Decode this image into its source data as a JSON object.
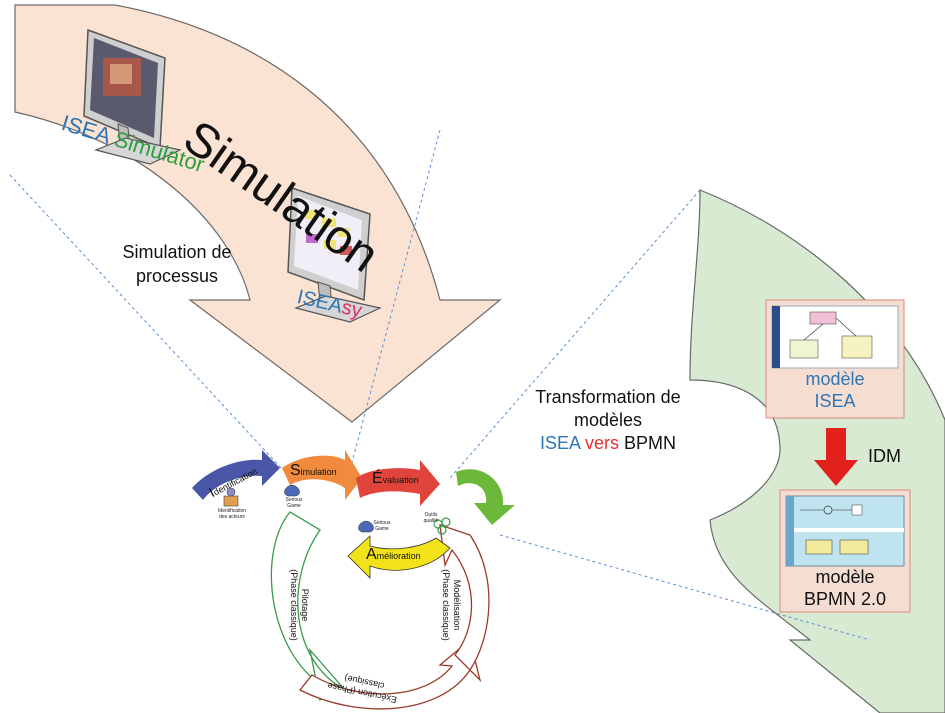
{
  "colors": {
    "peach_band": "#fbe3d3",
    "green_band": "#d8ead2",
    "isea_blue": "#2e75b6",
    "simulator_green": "#2e9f3a",
    "vers_red": "#e03030",
    "sy_pink": "#e0306a",
    "idm_red": "#e3211c",
    "identification_blue": "#4a56a8",
    "simulation_orange": "#f08a3c",
    "evaluation_red": "#e0443a",
    "amelioration_yellow": "#f2e21a",
    "return_green": "#6cb83a",
    "pilotage_green": "#3a9a4a",
    "execution_brown": "#9a3a2a",
    "dotted_blue": "#5b8fd0"
  },
  "simulation_band": {
    "title": "Simulation",
    "isea_simulator": {
      "part1": "ISEA",
      "part2": "Simulator"
    },
    "iseasy": {
      "part1": "ISEA",
      "part2": "sy"
    },
    "process_label": {
      "line1": "Simulation de",
      "line2": "processus"
    }
  },
  "transformation": {
    "line1": "Transformation de",
    "line2": "modèles",
    "line3_part1": "ISEA",
    "line3_part2": "vers",
    "line3_part3": "BPMN"
  },
  "model_band": {
    "isea_model": {
      "line1": "modèle",
      "line2": "ISEA"
    },
    "idm": "IDM",
    "bpmn_model": {
      "line1": "modèle",
      "line2": "BPMN 2.0"
    }
  },
  "cycle": {
    "identification": {
      "initial": "I",
      "rest": "dentification"
    },
    "simulation": {
      "initial": "S",
      "rest": "imulation"
    },
    "evaluation": {
      "initial": "É",
      "rest": "valuation"
    },
    "amelioration": {
      "initial": "A",
      "rest": "mélioration"
    },
    "identification_caption": {
      "line1": "Identification",
      "line2": "des acteurs"
    },
    "serious_games_1": {
      "line1": "Serious",
      "line2": "Game"
    },
    "serious_games_2": {
      "line1": "Serious",
      "line2": "Game"
    },
    "quality_tools": {
      "line1": "Outils",
      "line2": "qualité"
    },
    "pilotage": {
      "line1": "Pilotage",
      "line2": "(Phase classique)"
    },
    "modelisation": {
      "line1": "Modélisation",
      "line2": "(Phase classique)"
    },
    "execution": {
      "line1": "Exécution (Phase",
      "line2": "classique)"
    }
  }
}
